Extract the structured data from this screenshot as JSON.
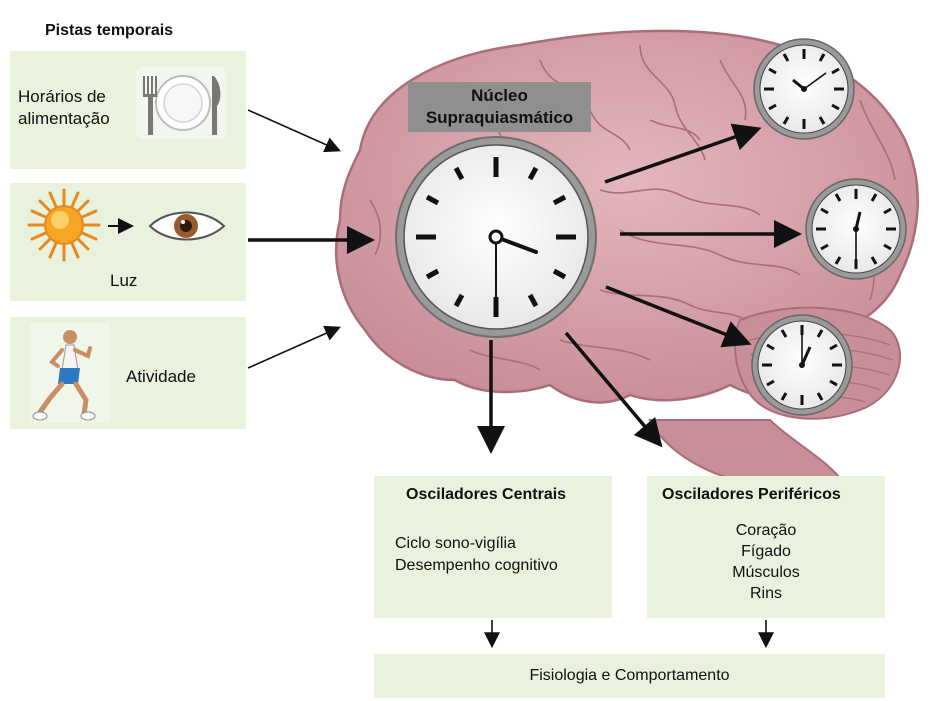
{
  "cues": {
    "title": "Pistas temporais",
    "items": [
      {
        "label_lines": [
          "Horários de",
          "alimentação"
        ],
        "icon": "plate-cutlery-icon"
      },
      {
        "label": "Luz",
        "icon": "sun-eye-icon"
      },
      {
        "label": "Atividade",
        "icon": "runner-icon"
      }
    ]
  },
  "scn": {
    "label_line1": "Núcleo",
    "label_line2": "Supraquiasmático"
  },
  "central": {
    "title": "Osciladores Centrais",
    "lines": [
      "Ciclo sono-vigília",
      "Desempenho cognitivo"
    ]
  },
  "peripheral": {
    "title": "Osciladores Periféricos",
    "lines": [
      "Coração",
      "Fígado",
      "Músculos",
      "Rins"
    ]
  },
  "outcome": {
    "label": "Fisiologia e Comportamento"
  },
  "colors": {
    "box_fill": "#e9f2dc",
    "brain": "#d9a5ad",
    "brain_stroke": "#a96e78",
    "scn_label_bg": "#8f8f8f"
  }
}
